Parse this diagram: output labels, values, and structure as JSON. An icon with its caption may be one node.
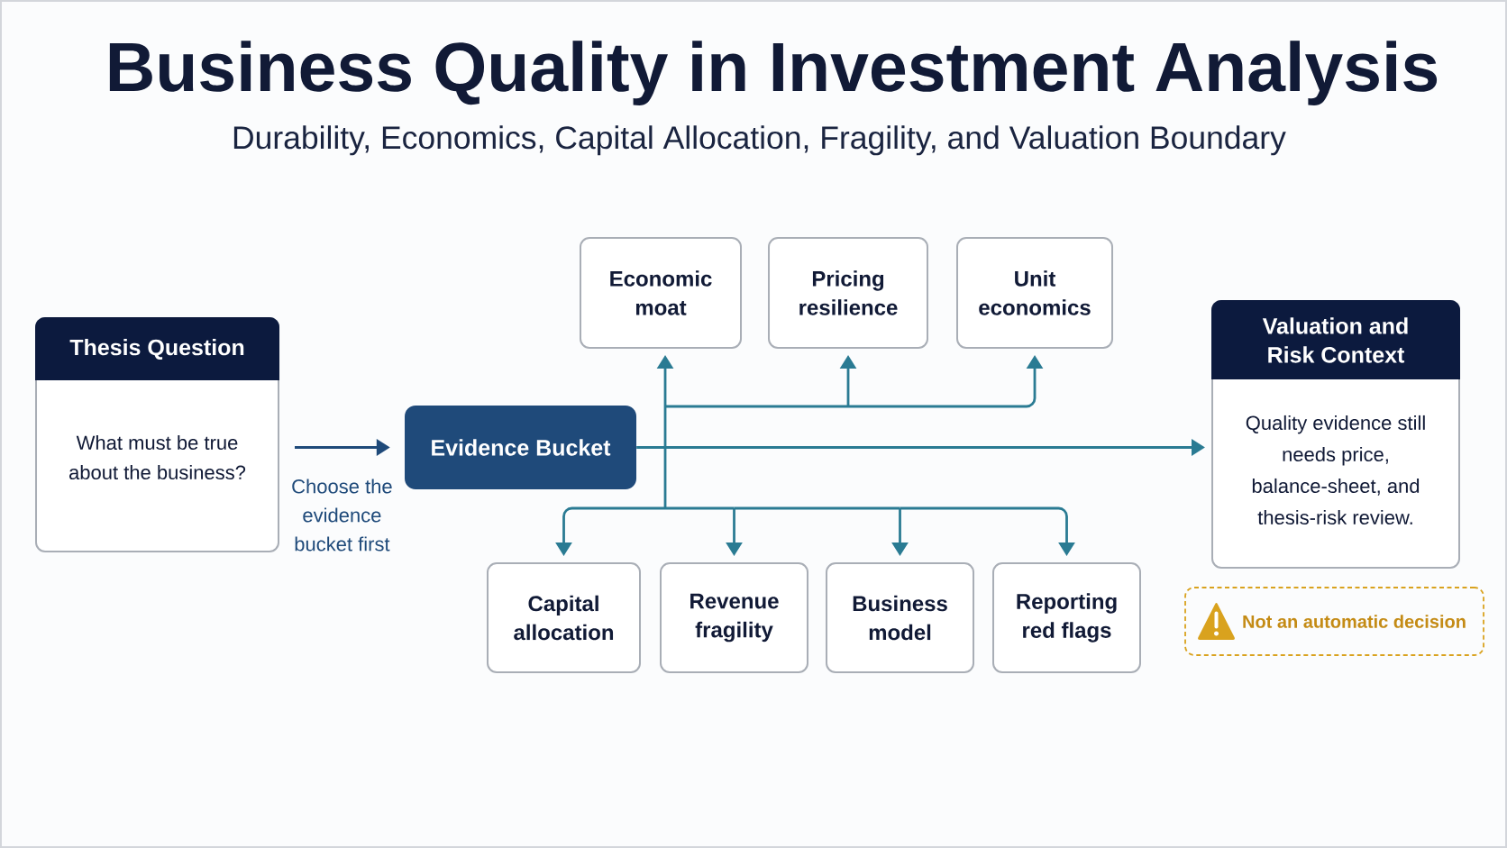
{
  "diagram": {
    "title": "Business Quality in Investment Analysis",
    "nodes": [
      {
        "text": [
          "Thesis Question",
          "What must be true about the business?"
        ]
      },
      {
        "text": [
          "Evidence Bucket"
        ]
      },
      {
        "text": [
          "Economic moat"
        ]
      },
      {
        "text": [
          "Pricing resilience"
        ]
      },
      {
        "text": [
          "Unit economics"
        ]
      },
      {
        "text": [
          "Capital allocation"
        ]
      },
      {
        "text": [
          "Revenue fragility"
        ]
      },
      {
        "text": [
          "Business model"
        ]
      },
      {
        "text": [
          "Reporting red flags"
        ]
      },
      {
        "text": [
          "Valuation and Risk Context",
          "Quality evidence still needs price, balance-sheet, and thesis-risk review."
        ]
      },
      {
        "text": [
          "Not an automatic decision"
        ]
      }
    ],
    "edges": [
      {
        "from": 0,
        "to": 1,
        "arrow": "to",
        "label": "Choose the evidence bucket first",
        "color": "#1f4a7a"
      },
      {
        "from": 1,
        "to": 2,
        "arrow": "to"
      },
      {
        "from": 1,
        "to": 3,
        "arrow": "to"
      },
      {
        "from": 1,
        "to": 4,
        "arrow": "to"
      },
      {
        "from": 1,
        "to": 5,
        "arrow": "to"
      },
      {
        "from": 1,
        "to": 6,
        "arrow": "to"
      },
      {
        "from": 1,
        "to": 7,
        "arrow": "to"
      },
      {
        "from": 1,
        "to": 8,
        "arrow": "to"
      },
      {
        "from": 1,
        "to": 9,
        "arrow": "to"
      }
    ],
    "labels": [
      "Durability, Economics, Capital Allocation, Fragility, and Valuation Boundary"
    ]
  }
}
